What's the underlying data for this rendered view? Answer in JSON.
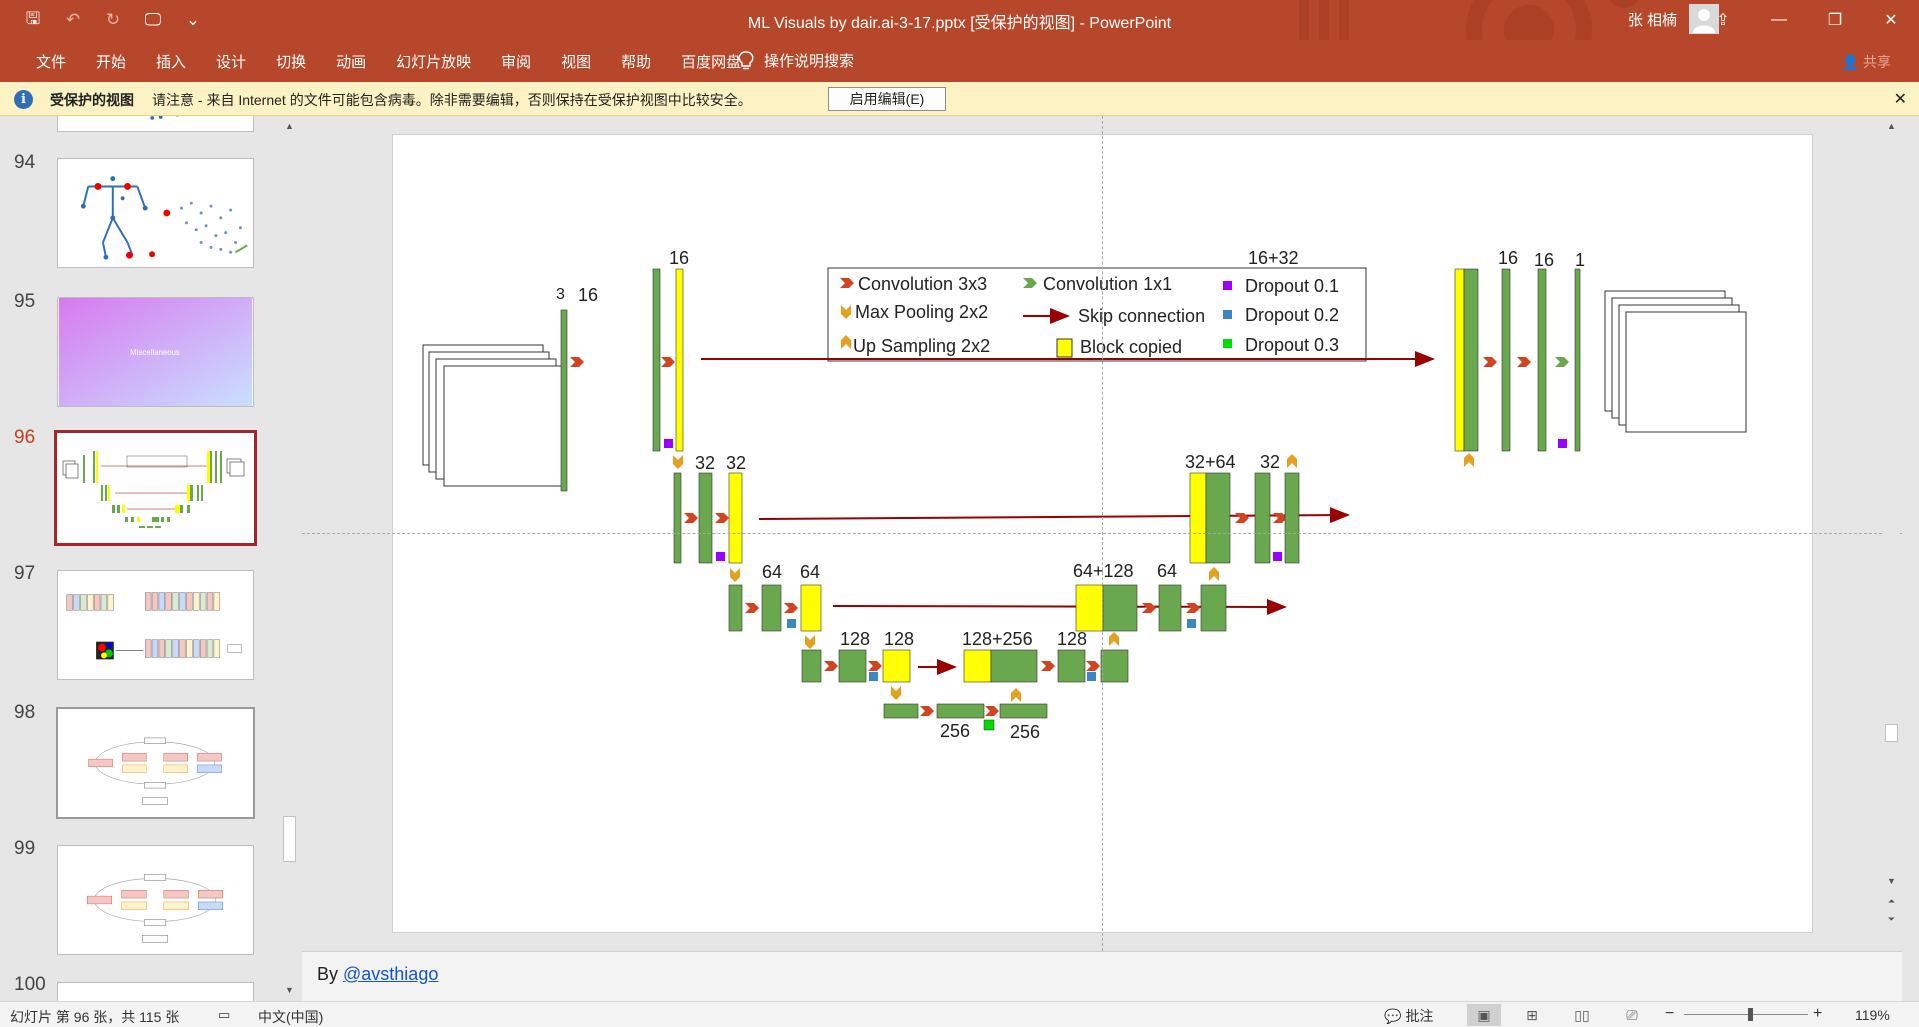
{
  "window": {
    "title": "ML Visuals by dair.ai-3-17.pptx [受保护的视图]  -  PowerPoint",
    "user": "张 相楠",
    "minimize": "—",
    "restore": "❐",
    "close": "✕",
    "ribbon_display": "⇪"
  },
  "quick_access": {
    "save": "🖫",
    "undo": "↶",
    "redo": "↻",
    "present": "🖵",
    "more": "⌄"
  },
  "ribbon": {
    "tabs": [
      "文件",
      "开始",
      "插入",
      "设计",
      "切换",
      "动画",
      "幻灯片放映",
      "审阅",
      "视图",
      "帮助",
      "百度网盘"
    ],
    "tell_me": "操作说明搜索",
    "share": "共享"
  },
  "protected_bar": {
    "title": "受保护的视图",
    "message": "请注意 - 来自 Internet 的文件可能包含病毒。除非需要编辑，否则保持在受保护视图中比较安全。",
    "enable_button": "启用编辑(E)",
    "close": "✕"
  },
  "thumbnails": {
    "numbers": [
      "94",
      "95",
      "96",
      "97",
      "98",
      "99",
      "100"
    ],
    "slide95_text": "Miscellaneous"
  },
  "slide": {
    "legend": {
      "conv3": "Convolution 3x3",
      "conv1": "Convolution 1x1",
      "drop1": "Dropout 0.1",
      "maxpool": "Max Pooling 2x2",
      "skip": "Skip connection",
      "drop2": "Dropout 0.2",
      "upsample": "Up Sampling 2x2",
      "copied": "Block copied",
      "drop3": "Dropout 0.3"
    },
    "labels": {
      "in_ch": "3",
      "l1a": "16",
      "l1b": "16",
      "l2a": "32",
      "l2b": "32",
      "l3a": "64",
      "l3b": "64",
      "l4a": "128",
      "l4b": "128",
      "bot_a": "256",
      "bot_b": "256",
      "r4_cat": "128+256",
      "r4": "128",
      "r3_cat": "64+128",
      "r3": "64",
      "r2_cat": "32+64",
      "r2": "32",
      "r1_cat": "16+32",
      "r1a": "16",
      "r1b": "16",
      "out_ch": "1"
    },
    "colors": {
      "conv_block": "#6aa84f",
      "copied_block": "#ffff00",
      "arrow_conv": "#d4431f",
      "arrow_conv1x1": "#6aa84f",
      "pool_up": "#e6a020",
      "skip": "#990000",
      "dropout1": "#9900ff",
      "dropout2": "#3d85c6",
      "dropout3": "#00dd00"
    }
  },
  "notes": {
    "prefix": "By ",
    "link": "@avsthiago"
  },
  "status": {
    "slide_info": "幻灯片 第 96 张，共 115 张",
    "language": "中文(中国)",
    "notes_btn": "批注",
    "zoom": "119%",
    "zoom_level_percent": 119
  }
}
